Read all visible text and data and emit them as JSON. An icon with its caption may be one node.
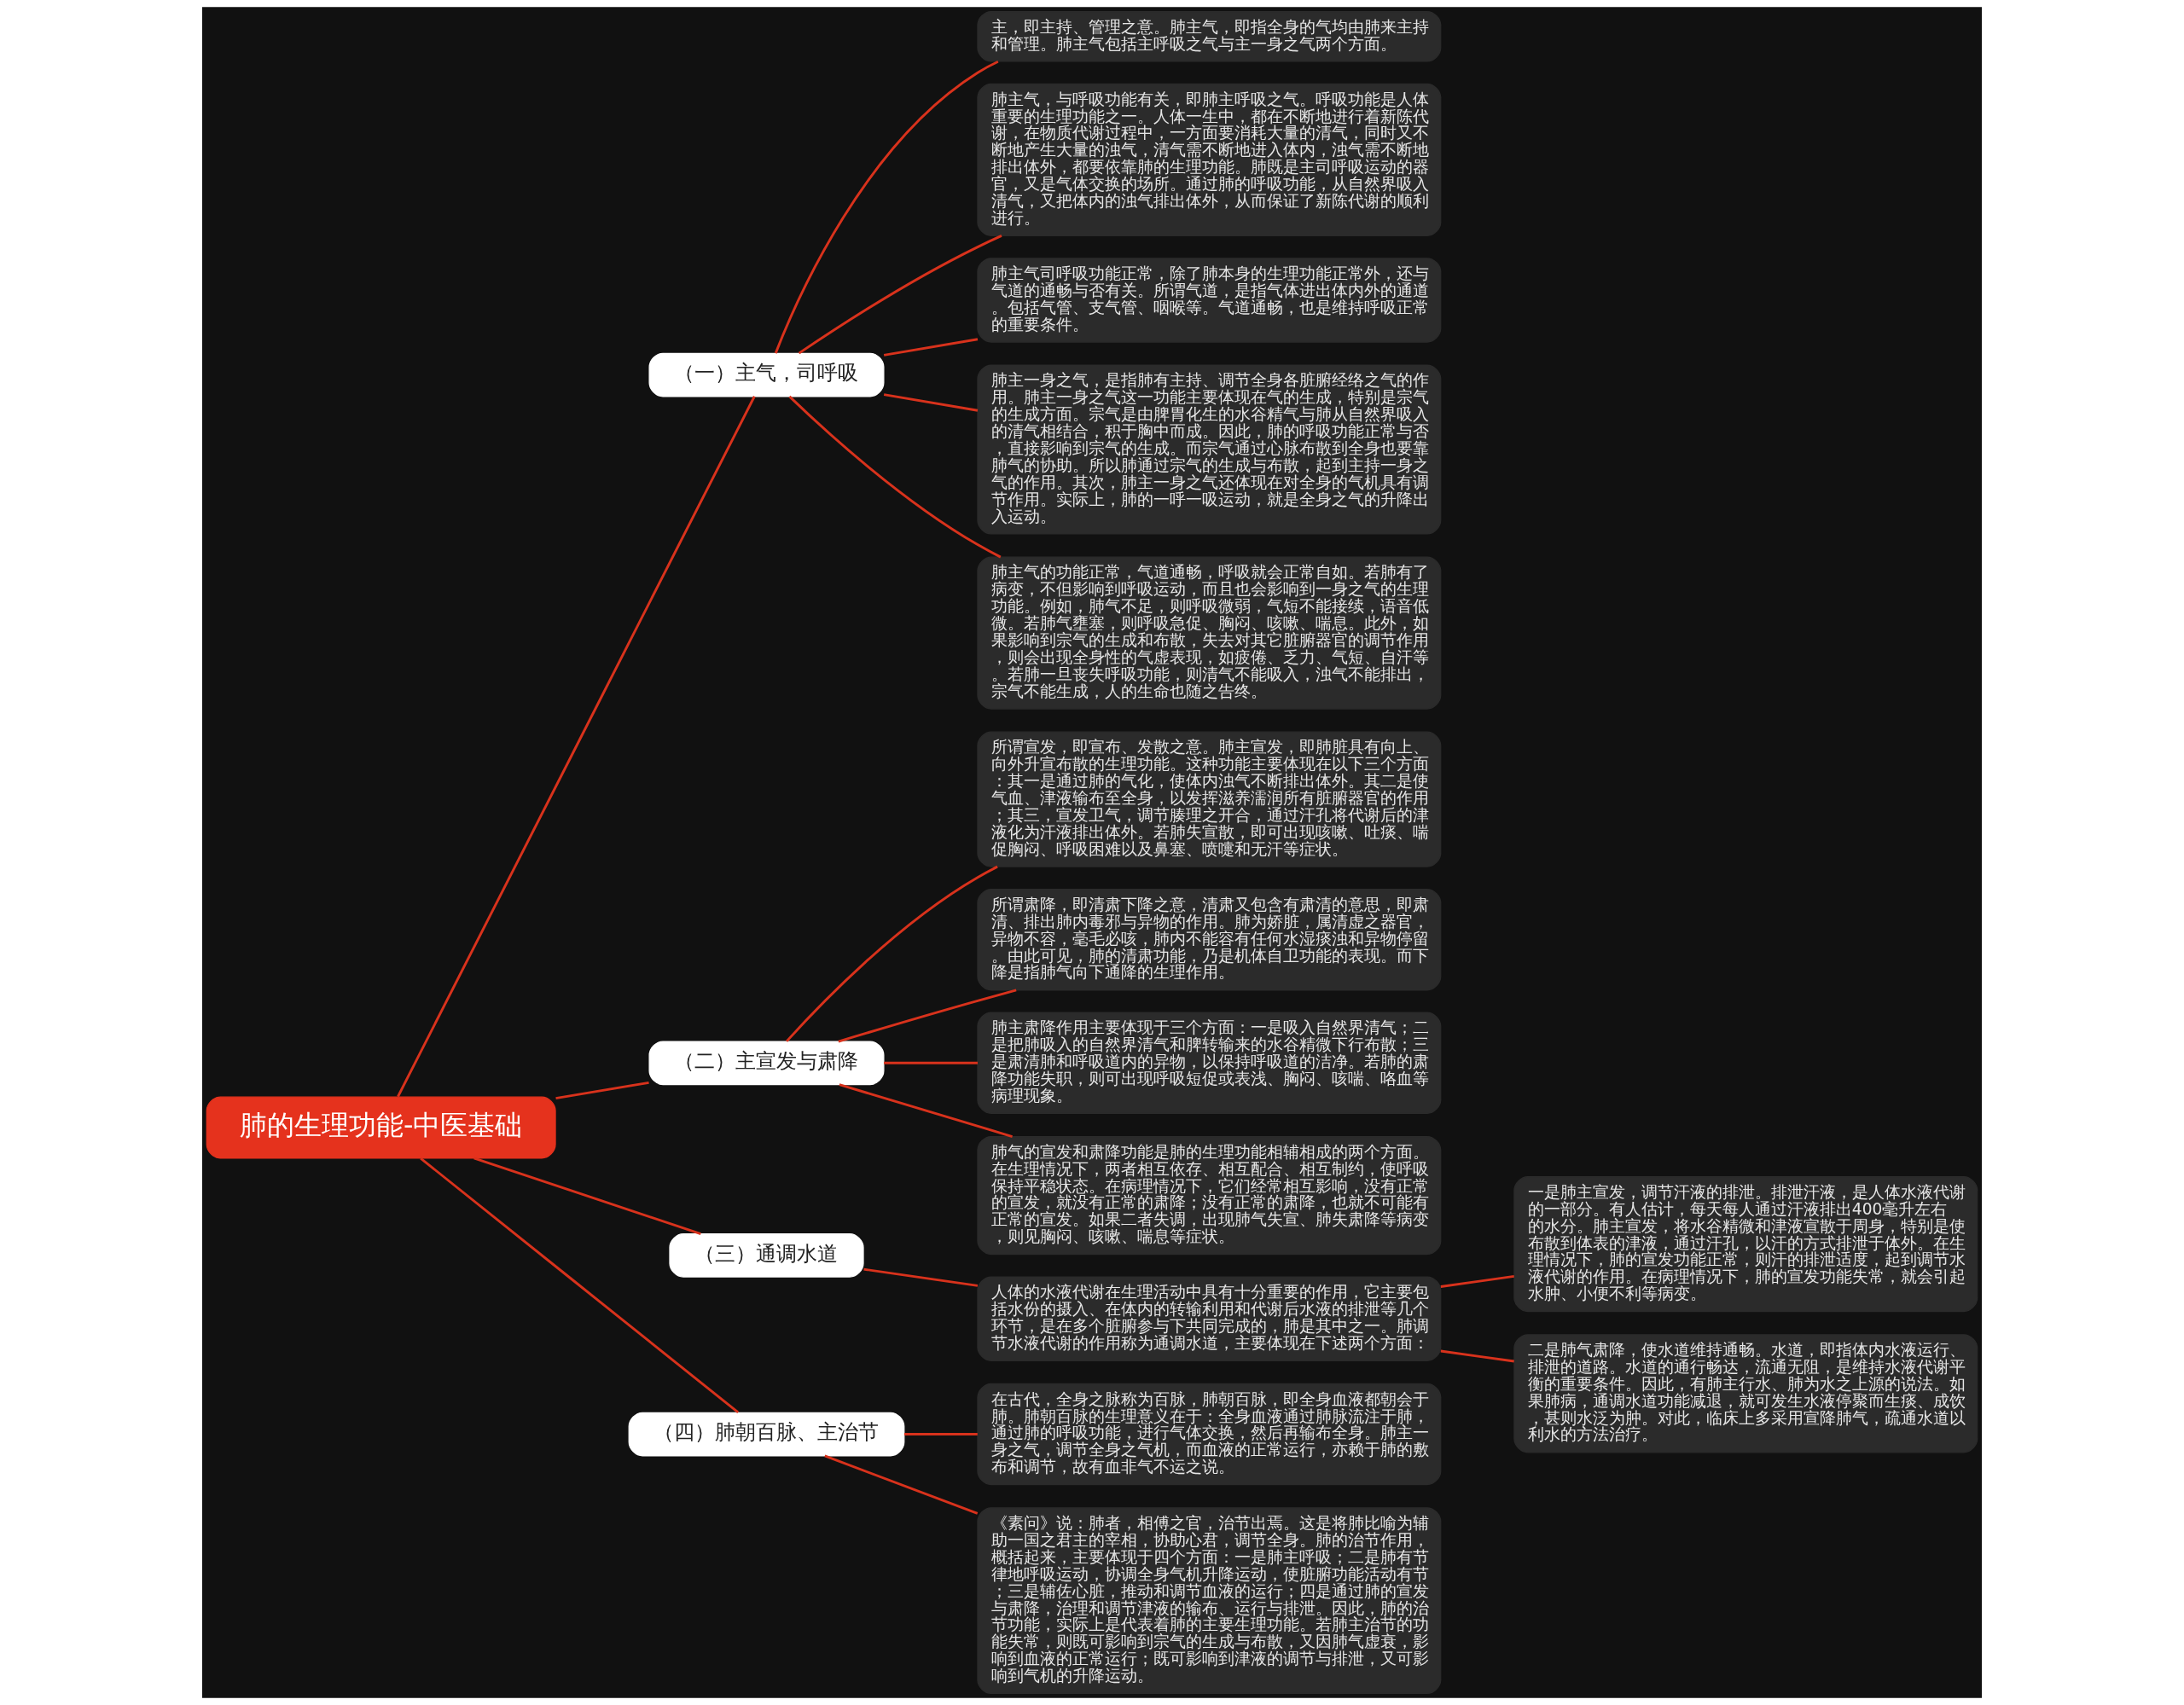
{
  "diagram": {
    "nodes": [
      {
        "text": [
          "肺的生理功能-中医基础"
        ]
      },
      {
        "text": [
          "（一）主气，司呼吸"
        ]
      },
      {
        "text": [
          "主，即主持、管理之意。肺主气，即指全身的气均由肺来主持和管理。肺主气包括主呼吸之气与主一身之气两个方面。"
        ]
      },
      {
        "text": [
          "肺主气，与呼吸功能有关，即肺主呼吸之气。呼吸功能是人体重要的生理功能之一。人体一生中，都在不断地进行着新陈代谢，在物质代谢过程中，一方面要消耗大量的清气，同时又不断地产生大量的浊气，清气需不断地进入体内，浊气需不断地排出体外，都要依靠肺的生理功能。肺既是主司呼吸运动的器官，又是气体交换的场所。通过肺的呼吸功能，从自然界吸入清气，又把体内的浊气排出体外，从而保证了新陈代谢的顺利进行。"
        ]
      },
      {
        "text": [
          "肺主气司呼吸功能正常，除了肺本身的生理功能正常外，还与气道的通畅与否有关。所谓气道，是指气体进出体内外的通道。包括气管、支气管、咽喉等。气道通畅，也是维持呼吸正常的重要条件。"
        ]
      },
      {
        "text": [
          "肺主一身之气，是指肺有主持、调节全身各脏腑经络之气的作用。肺主一身之气这一功能主要体现在气的生成，特别是宗气的生成方面。宗气是由脾胃化生的水谷精气与肺从自然界吸入的清气相结合，积于胸中而成。因此，肺的呼吸功能正常与否，直接影响到宗气的生成。而宗气通过心脉布散到全身也要靠肺气的协助。所以肺通过宗气的生成与布散，起到主持一身之气的作用。其次，肺主一身之气还体现在对全身的气机具有调节作用。实际上，肺的一呼一吸运动，就是全身之气的升降出入运动。"
        ]
      },
      {
        "text": [
          "肺主气的功能正常，气道通畅，呼吸就会正常自如。若肺有了病变，不但影响到呼吸运动，而且也会影响到一身之气的生理功能。例如，肺气不足，则呼吸微弱，气短不能接续，语音低微。若肺气壅塞，则呼吸急促、胸闷、咳嗽、喘息。此外，如果影响到宗气的生成和布散，失去对其它脏腑器官的调节作用，则会出现全身性的气虚表现，如疲倦、乏力、气短、自汗等。若肺一旦丧失呼吸功能，则清气不能吸入，浊气不能排出，宗气不能生成，人的生命也随之告终。"
        ]
      },
      {
        "text": [
          "（二）主宣发与肃降"
        ]
      },
      {
        "text": [
          "所谓宣发，即宣布、发散之意。肺主宣发，即肺脏具有向上、向外升宣布散的生理功能。这种功能主要体现在以下三个方面：其一是通过肺的气化，使体内浊气不断排出体外。其二是使气血、津液输布至全身，以发挥滋养濡润所有脏腑器官的作用；其三，宣发卫气，调节腠理之开合，通过汗孔将代谢后的津液化为汗液排出体外。若肺失宣散，即可出现咳嗽、吐痰、喘促胸闷、呼吸困难以及鼻塞、喷嚏和无汗等症状。"
        ]
      },
      {
        "text": [
          "所谓肃降，即清肃下降之意，清肃又包含有肃清的意思，即肃清、排出肺内毒邪与异物的作用。肺为娇脏，属清虚之器官，异物不容，毫毛必咳，肺内不能容有任何水湿痰浊和异物停留。由此可见，肺的清肃功能，乃是机体自卫功能的表现。而下降是指肺气向下通降的生理作用。"
        ]
      },
      {
        "text": [
          "肺主肃降作用主要体现于三个方面：一是吸入自然界清气；二是把肺吸入的自然界清气和脾转输来的水谷精微下行布散；三是肃清肺和呼吸道内的异物，以保持呼吸道的洁净。若肺的肃降功能失职，则可出现呼吸短促或表浅、胸闷、咳喘、咯血等病理现象。"
        ]
      },
      {
        "text": [
          "肺气的宣发和肃降功能是肺的生理功能相辅相成的两个方面。在生理情况下，两者相互依存、相互配合、相互制约，使呼吸保持平稳状态。在病理情况下，它们经常相互影响，没有正常的宣发，就没有正常的肃降；没有正常的肃降，也就不可能有正常的宣发。如果二者失调，出现肺气失宣、肺失肃降等病变，则见胸闷、咳嗽、喘息等症状。"
        ]
      },
      {
        "text": [
          "（三）通调水道"
        ]
      },
      {
        "text": [
          "人体的水液代谢在生理活动中具有十分重要的作用，它主要包括水份的摄入、在体内的转输利用和代谢后水液的排泄等几个环节，是在多个脏腑参与下共同完成的，肺是其中之一。肺调节水液代谢的作用称为通调水道，主要体现在下述两个方面："
        ]
      },
      {
        "text": [
          "一是肺主宣发，调节汗液的排泄。排泄汗液，是人体水液代谢的一部分。有人估计，每天每人通过汗液排出400毫升左右的水分。肺主宣发，将水谷精微和津液宣散于周身，特别是使布散到体表的津液，通过汗孔，以汗的方式排泄于体外。在生理情况下，肺的宣发功能正常，则汗的排泄适度，起到调节水液代谢的作用。在病理情况下，肺的宣发功能失常，就会引起水肿、小便不利等病变。"
        ]
      },
      {
        "text": [
          "二是肺气肃降，使水道维持通畅。水道，即指体内水液运行、排泄的道路。水道的通行畅达，流通无阻，是维持水液代谢平衡的重要条件。因此，有肺主行水、肺为水之上源的说法。如果肺病，通调水道功能减退，就可发生水液停聚而生痰、成饮，甚则水泛为肿。对此，临床上多采用宣降肺气，疏通水道以利水的方法治疗。"
        ]
      },
      {
        "text": [
          "（四）肺朝百脉、主治节"
        ]
      },
      {
        "text": [
          "在古代，全身之脉称为百脉，肺朝百脉，即全身血液都朝会于肺。肺朝百脉的生理意义在于：全身血液通过肺脉流注于肺，通过肺的呼吸功能，进行气体交换，然后再输布全身。肺主一身之气，调节全身之气机，而血液的正常运行，亦赖于肺的敷布和调节，故有血非气不运之说。"
        ]
      },
      {
        "text": [
          "《素问》说：肺者，相傅之官，治节出焉。这是将肺比喻为辅助一国之君主的宰相，协助心君，调节全身。肺的治节作用，概括起来，主要体现于四个方面：一是肺主呼吸；二是肺有节律地呼吸运动，协调全身气机升降运动，使脏腑功能活动有节；三是辅佐心脏，推动和调节血液的运行；四是通过肺的宣发与肃降，治理和调节津液的输布、运行与排泄。因此，肺的治节功能，实际上是代表着肺的主要生理功能。若肺主治节的功能失常，则既可影响到宗气的生成与布散，又因肺气虚衰，影响到血液的正常运行；既可影响到津液的调节与排泄，又可影响到气机的升降运动。"
        ]
      }
    ],
    "edges": [
      {
        "from": 0,
        "to": 1,
        "arrow": "none"
      },
      {
        "from": 1,
        "to": 2,
        "arrow": "none"
      },
      {
        "from": 1,
        "to": 3,
        "arrow": "none"
      },
      {
        "from": 1,
        "to": 4,
        "arrow": "none"
      },
      {
        "from": 1,
        "to": 5,
        "arrow": "none"
      },
      {
        "from": 1,
        "to": 6,
        "arrow": "none"
      },
      {
        "from": 0,
        "to": 7,
        "arrow": "none"
      },
      {
        "from": 7,
        "to": 8,
        "arrow": "none"
      },
      {
        "from": 7,
        "to": 9,
        "arrow": "none"
      },
      {
        "from": 7,
        "to": 10,
        "arrow": "none"
      },
      {
        "from": 7,
        "to": 11,
        "arrow": "none"
      },
      {
        "from": 0,
        "to": 12,
        "arrow": "none"
      },
      {
        "from": 12,
        "to": 13,
        "arrow": "none"
      },
      {
        "from": 13,
        "to": 14,
        "arrow": "none"
      },
      {
        "from": 13,
        "to": 15,
        "arrow": "none"
      },
      {
        "from": 0,
        "to": 16,
        "arrow": "none"
      },
      {
        "from": 16,
        "to": 17,
        "arrow": "none"
      },
      {
        "from": 16,
        "to": 18,
        "arrow": "none"
      }
    ]
  }
}
